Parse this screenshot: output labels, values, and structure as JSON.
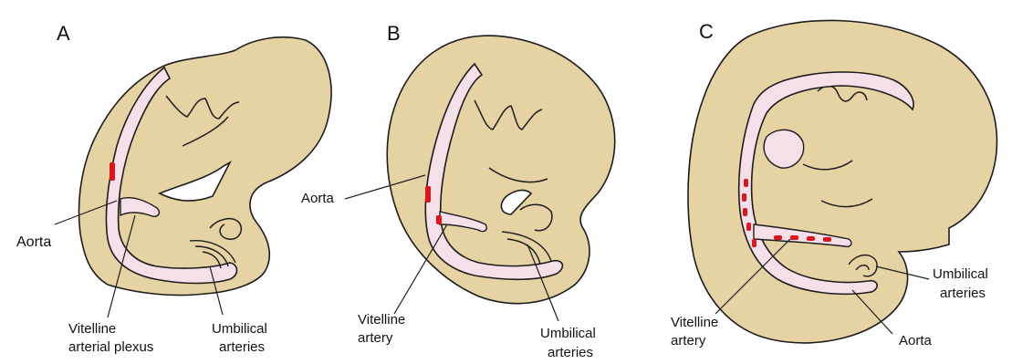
{
  "colors": {
    "embryo_fill": "#e6d3a4",
    "vessel_fill": "#f5dfe9",
    "outline": "#1c1c1c",
    "blood_islands": "#e0141e",
    "background": "#ffffff"
  },
  "panels": [
    {
      "letter": "A",
      "labels": {
        "aorta": "Aorta",
        "vitelline_line1": "Vitelline",
        "vitelline_line2": "arterial plexus",
        "umbilical_line1": "Umbilical",
        "umbilical_line2": "arteries"
      }
    },
    {
      "letter": "B",
      "labels": {
        "aorta": "Aorta",
        "vitelline_line1": "Vitelline",
        "vitelline_line2": "artery",
        "umbilical_line1": "Umbilical",
        "umbilical_line2": "arteries"
      }
    },
    {
      "letter": "C",
      "labels": {
        "aorta": "Aorta",
        "vitelline_line1": "Vitelline",
        "vitelline_line2": "artery",
        "umbilical_line1": "Umbilical",
        "umbilical_line2": "arteries"
      }
    }
  ]
}
